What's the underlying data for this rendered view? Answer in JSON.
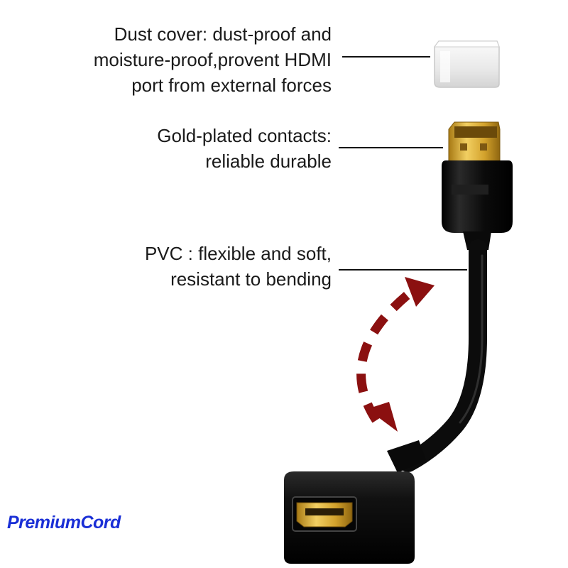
{
  "callouts": {
    "dust_cover": {
      "lines": [
        "Dust cover: dust-proof and",
        "moisture-proof,provent HDMI",
        "port from external forces"
      ]
    },
    "contacts": {
      "lines": [
        "Gold-plated contacts:",
        "reliable durable"
      ]
    },
    "pvc": {
      "lines": [
        "PVC : flexible and soft,",
        "resistant to bending"
      ]
    }
  },
  "brand": {
    "name": "PremiumCord",
    "color": "#1a2fd6"
  },
  "colors": {
    "cable": "#0d0d0d",
    "gold": "#d4a52c",
    "arrow": "#8b1010",
    "cover": "#f0f0f0"
  }
}
